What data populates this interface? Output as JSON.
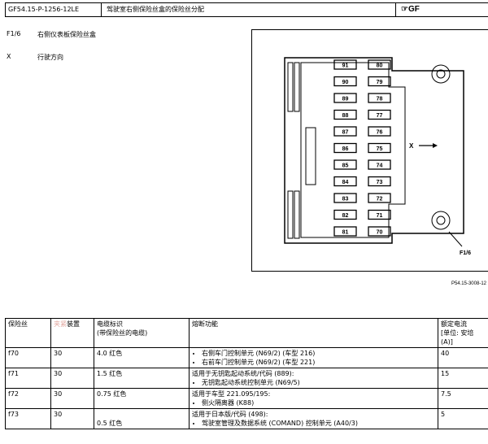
{
  "header": {
    "doc_id": "GF54.15-P-1256-12LE",
    "title": "驾驶室右侧保险丝盒的保险丝分配",
    "badge": "☞GF"
  },
  "legend": [
    {
      "key": "F1/6",
      "value": "右侧仪表板保险丝盒"
    },
    {
      "key": "X",
      "value": "行驶方向"
    }
  ],
  "diagram": {
    "direction_label": "X",
    "callout_label": "F1/6",
    "left_column": [
      "91",
      "90",
      "89",
      "88",
      "87",
      "86",
      "85",
      "84",
      "83",
      "82",
      "81"
    ],
    "right_column": [
      "80",
      "79",
      "78",
      "77",
      "76",
      "75",
      "74",
      "73",
      "72",
      "71",
      "70"
    ],
    "figure_ref": "P54.15-3008-12"
  },
  "table": {
    "headers": {
      "fuse": "保险丝",
      "clip_a": "夹紧",
      "clip_b": "装置",
      "cable_a": "电缆标识",
      "cable_b": "(带保险丝的电缆)",
      "function": "熔断功能",
      "rated_a": "额定电流",
      "rated_b": "[单位: 安培",
      "rated_c": "(A)]"
    },
    "rows": [
      {
        "fuse": "f70",
        "clip": "30",
        "cable": "4.0 红色",
        "notes": [],
        "bullets": [
          "右侧车门控制单元 (N69/2) (车型 216)",
          "右前车门控制单元 (N69/2) (车型 221)"
        ],
        "rating": "40"
      },
      {
        "fuse": "f71",
        "clip": "30",
        "cable": "1.5 红色",
        "notes": [
          "适用于无钥匙起动系统/代码 (889):"
        ],
        "bullets": [
          "无钥匙起动系统控制单元 (N69/5)"
        ],
        "rating": "15"
      },
      {
        "fuse": "f72",
        "clip": "30",
        "cable": "0.75 红色",
        "notes": [
          "适用于车型 221.095/195:"
        ],
        "bullets": [
          "侧火隔离器 (K88)"
        ],
        "rating": "7.5"
      },
      {
        "fuse": "f73",
        "clip": "30",
        "cable": "0.5 红色",
        "notes": [
          "适用于日本版/代码 (498):"
        ],
        "bullets": [
          "驾驶室管理及数据系统 (COMAND) 控制单元 (A40/3)"
        ],
        "rating": "5"
      }
    ]
  }
}
